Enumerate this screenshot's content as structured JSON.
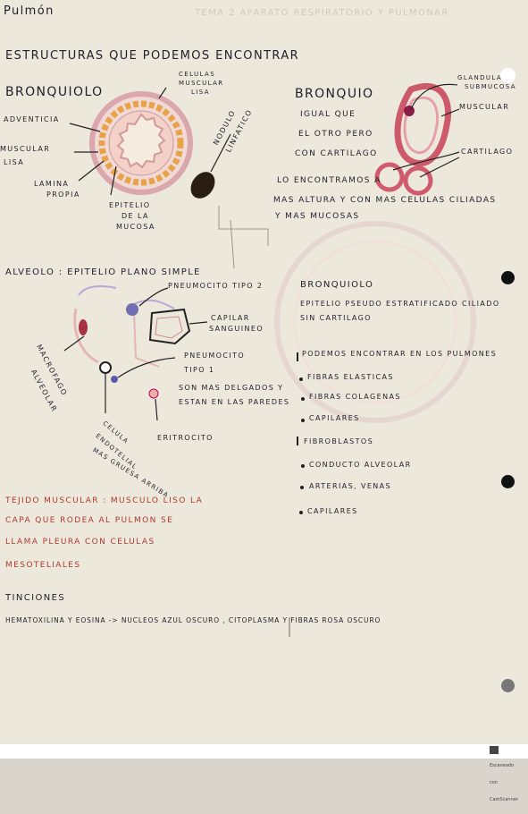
{
  "title": "Pulmón",
  "ghost_header": "Tema 2  Aparato respiratorio y pulmonar",
  "intro": "Estructuras que podemos encontrar",
  "bronquiolo": {
    "heading": "Bronquiolo",
    "labels": [
      "Adventicia",
      "Muscular",
      "lisa",
      "Lamina",
      "propia",
      "Epitelio",
      "de la",
      "mucosa",
      "Celulas",
      "muscular",
      "lisa",
      "Nodulo",
      "linfatico"
    ]
  },
  "bronquio": {
    "heading": "Bronquio",
    "lines": [
      "Igual que",
      "el otro pero",
      "con cartilago"
    ],
    "labels": [
      "Glandula",
      "submucosa",
      "Muscular",
      "Cartilago"
    ],
    "note": [
      "lo encontramos a",
      "mas altura y con mas celulas ciliadas",
      "y mas mucosas"
    ]
  },
  "alveolo": {
    "heading": "Alveolo : Epitelio plano simple",
    "labels": [
      "Pneumocito tipo 2",
      "Capilar",
      "sanguineo",
      "Macrofago",
      "alveolar",
      "Pneumocito",
      "tipo 1",
      "Son mas delgados y",
      "estan en las paredes",
      "Eritrocito",
      "Celula",
      "endotelial",
      "mas gruesa arriba"
    ]
  },
  "bronquiolo_note": {
    "heading": "Bronquiolo",
    "lines": [
      "Epitelio pseudo estratificado ciliado",
      "sin cartilago"
    ]
  },
  "pulmones": {
    "heading": "Podemos encontrar en los pulmones",
    "items": [
      "Fibras elasticas",
      "Fibras colagenas",
      "Capilares",
      "Fibroblastos",
      "Conducto alveolar",
      "Arterias, venas",
      "Capilares"
    ]
  },
  "tejido": [
    "Tejido muscular : musculo liso la",
    "capa que rodea al pulmon se",
    "llama pleura con celulas",
    "mesoteliales"
  ],
  "tinciones": {
    "heading": "Tinciones",
    "line": "Hematoxilina y eosina -> nucleos azul oscuro , citoplasma y fibras rosa oscuro"
  },
  "colors": {
    "paper": "#ede8dc",
    "ink": "#1f1f2b",
    "red_ink": "#b0382f",
    "pink": "#e2a6a6",
    "orange": "#e8a24a"
  },
  "stamp": "Escaneado con CamScanner"
}
